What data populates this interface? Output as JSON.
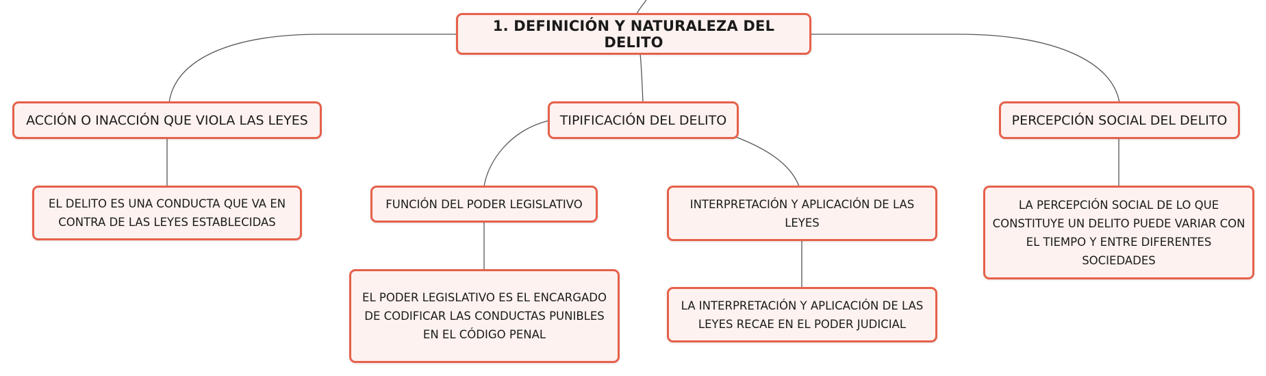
{
  "colors": {
    "node_border": "#e6604a",
    "node_fill": "#fdf2ef",
    "connector": "#555555"
  },
  "root": {
    "label": "1. DEFINICIÓN Y NATURALEZA DEL DELITO"
  },
  "branches": [
    {
      "label": "ACCIÓN O INACCIÓN QUE VIOLA LAS LEYES",
      "children": [
        {
          "label": "EL DELITO ES UNA CONDUCTA QUE VA EN CONTRA DE LAS LEYES ESTABLECIDAS"
        }
      ]
    },
    {
      "label": "TIPIFICACIÓN DEL DELITO",
      "children": [
        {
          "label": "FUNCIÓN DEL PODER LEGISLATIVO",
          "children": [
            {
              "label": "EL PODER LEGISLATIVO ES EL ENCARGADO DE CODIFICAR LAS CONDUCTAS PUNIBLES EN EL CÓDIGO PENAL"
            }
          ]
        },
        {
          "label": "INTERPRETACIÓN Y APLICACIÓN DE LAS LEYES",
          "children": [
            {
              "label": "LA INTERPRETACIÓN Y APLICACIÓN DE LAS LEYES RECAE EN EL PODER JUDICIAL"
            }
          ]
        }
      ]
    },
    {
      "label": "PERCEPCIÓN SOCIAL DEL DELITO",
      "children": [
        {
          "label": "LA PERCEPCIÓN SOCIAL DE LO QUE CONSTITUYE UN DELITO PUEDE VARIAR CON EL TIEMPO Y ENTRE DIFERENTES SOCIEDADES"
        }
      ]
    }
  ]
}
